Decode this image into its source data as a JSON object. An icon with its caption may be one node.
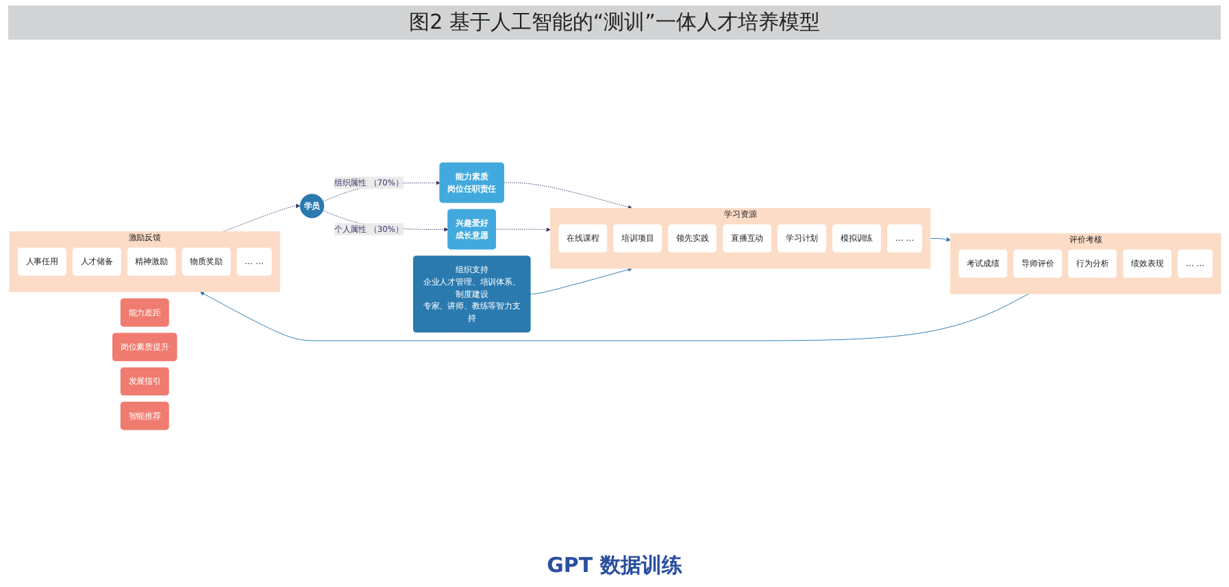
{
  "diagram": {
    "title": "图2 基于人工智能的“测训”一体人才培养模型",
    "nodes": [
      {
        "text": [
          "学员"
        ]
      },
      {
        "text": [
          "能力素质",
          "岗位任职责任"
        ]
      },
      {
        "text": [
          "能力差距"
        ]
      },
      {
        "text": [
          "岗位素质提升"
        ]
      },
      {
        "text": [
          "兴趣爱好",
          "成长意愿"
        ]
      },
      {
        "text": [
          "发展指引"
        ]
      },
      {
        "text": [
          "智能推荐"
        ]
      },
      {
        "text": [
          "学习资源"
        ]
      },
      {
        "text": [
          "在线课程"
        ],
        "in": 7
      },
      {
        "text": [
          "培训项目"
        ],
        "in": 7
      },
      {
        "text": [
          "领先实践"
        ],
        "in": 7
      },
      {
        "text": [
          "直播互动"
        ],
        "in": 7
      },
      {
        "text": [
          "学习计划"
        ],
        "in": 7
      },
      {
        "text": [
          "模拟训练"
        ],
        "in": 7
      },
      {
        "text": [
          "… …"
        ],
        "in": 7
      },
      {
        "text": [
          "评价考核"
        ]
      },
      {
        "text": [
          "考试成绩"
        ],
        "in": 15
      },
      {
        "text": [
          "导师评价"
        ],
        "in": 15
      },
      {
        "text": [
          "行为分析"
        ],
        "in": 15
      },
      {
        "text": [
          "绩效表现"
        ],
        "in": 15
      },
      {
        "text": [
          "… …"
        ],
        "in": 15
      },
      {
        "text": [
          "激励反馈"
        ]
      },
      {
        "text": [
          "人事任用"
        ],
        "in": 21
      },
      {
        "text": [
          "人才储备"
        ],
        "in": 21
      },
      {
        "text": [
          "精神激励"
        ],
        "in": 21
      },
      {
        "text": [
          "物质奖励"
        ],
        "in": 21
      },
      {
        "text": [
          "… …"
        ],
        "in": 21
      },
      {
        "text": [
          "组织支持",
          "企业人才管理、培训体系、制度建设",
          "专家、讲师、教练等智力支持"
        ]
      }
    ],
    "edges": [
      {
        "from": 0,
        "to": 1,
        "arrow": "to",
        "style": "dashed",
        "label": "组织属性 （70%）"
      },
      {
        "from": 0,
        "to": 4,
        "arrow": "to",
        "style": "dashed",
        "label": "个人属性 （30%）"
      },
      {
        "from": 1,
        "to": 7,
        "arrow": "to",
        "style": "dashed"
      },
      {
        "from": 4,
        "to": 7,
        "arrow": "to",
        "style": "dashed"
      },
      {
        "from": 7,
        "to": 15,
        "arrow": "to",
        "color": "#2a7ab0"
      },
      {
        "from": 15,
        "to": 21,
        "arrow": "to",
        "color": "#2a7ab0"
      },
      {
        "from": 27,
        "to": 7,
        "arrow": "to",
        "color": "#2a7ab0"
      },
      {
        "from": 21,
        "to": 0,
        "arrow": "to",
        "style": "dashed"
      }
    ],
    "labels": [
      "GPT 数据训练"
    ]
  }
}
